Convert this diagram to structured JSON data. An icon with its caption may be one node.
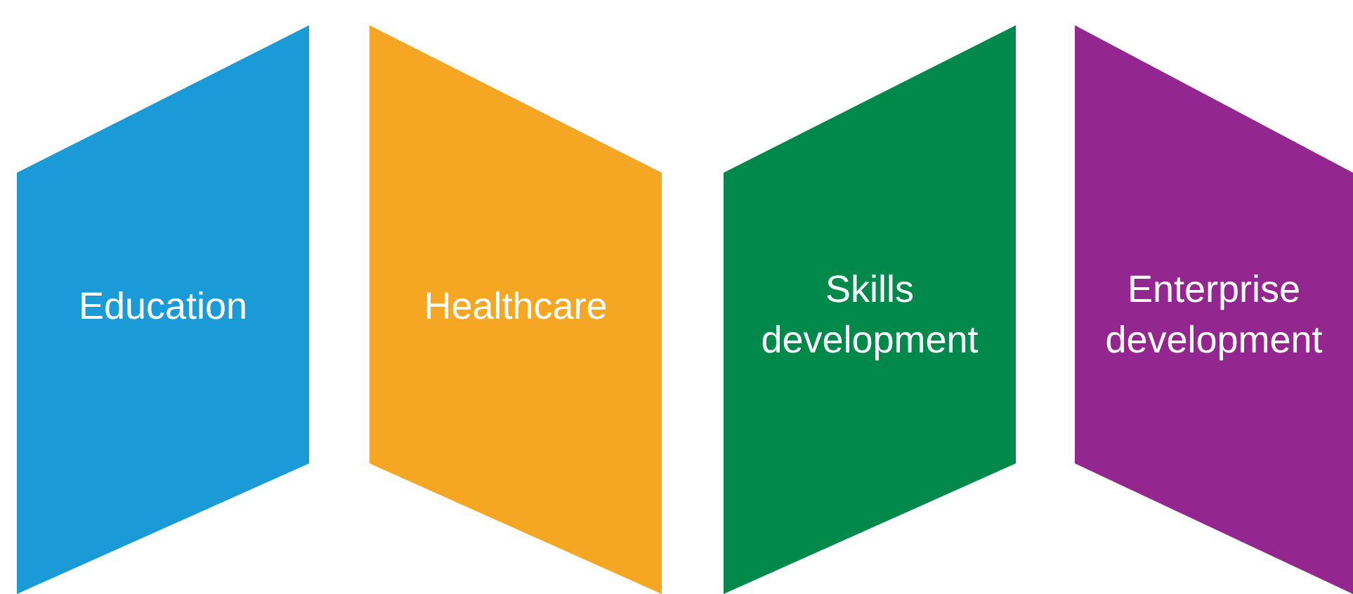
{
  "diagram": {
    "nodes": [
      {
        "text": [
          "Education"
        ]
      },
      {
        "text": [
          "Healthcare"
        ]
      },
      {
        "text": [
          "Skills development"
        ]
      },
      {
        "text": [
          "Enterprise development"
        ]
      }
    ]
  }
}
